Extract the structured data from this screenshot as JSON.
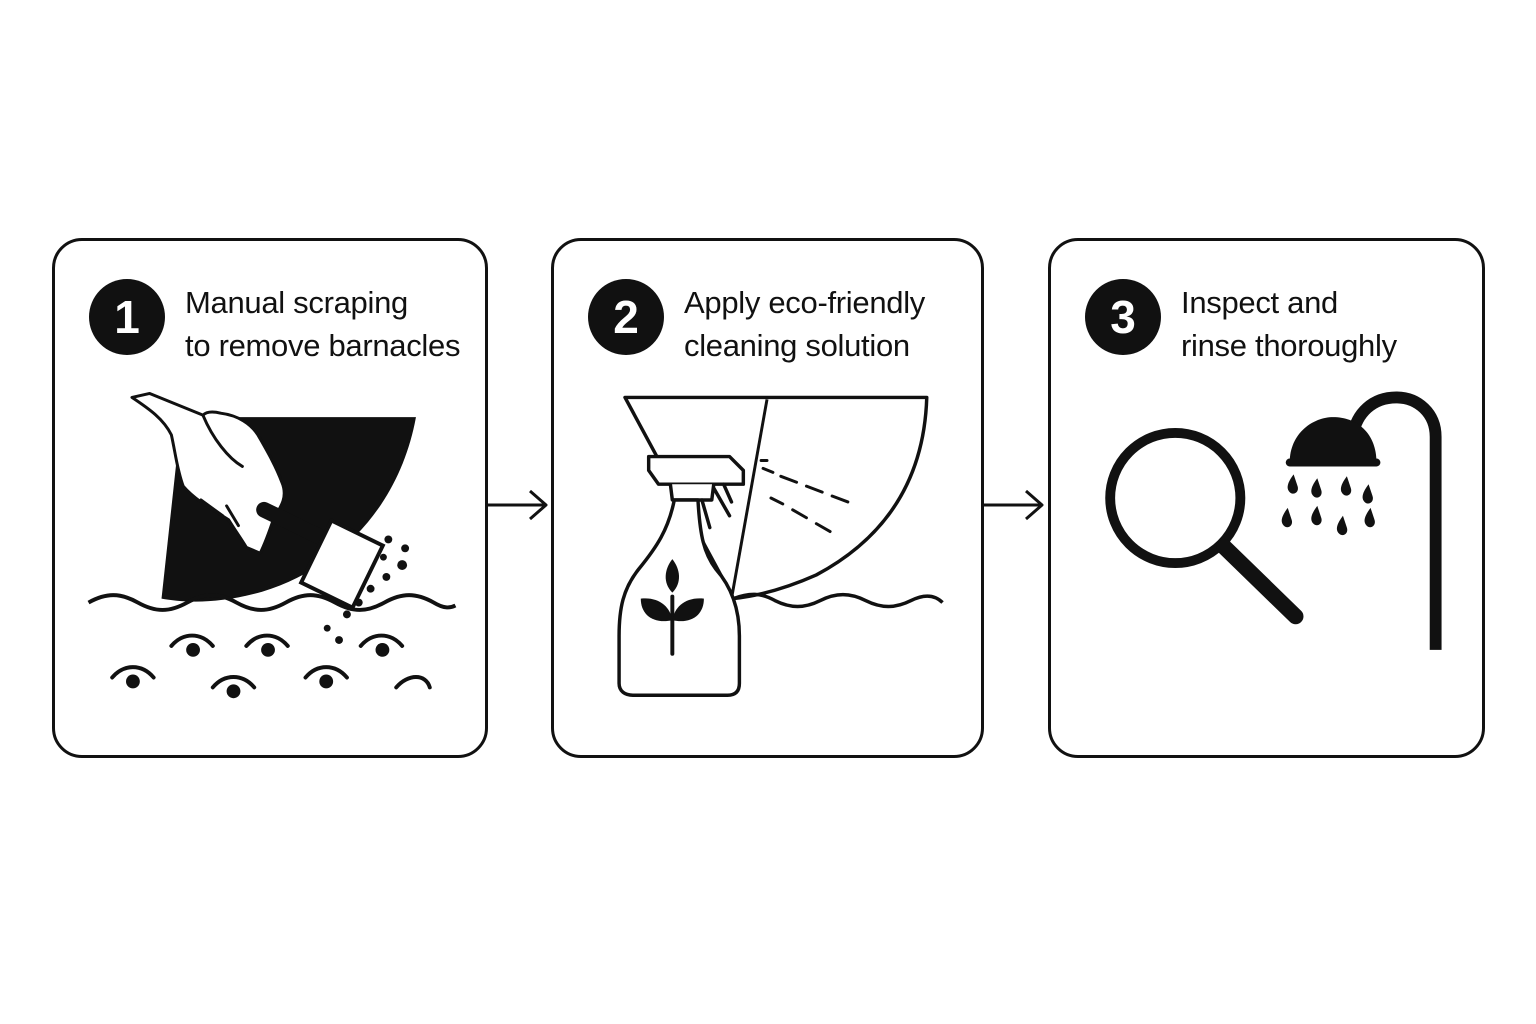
{
  "steps": [
    {
      "number": "1",
      "title_line1": "Manual scraping",
      "title_line2": "to remove barnacles",
      "icons": [
        "hand-icon",
        "scraper-icon",
        "boat-hull-icon",
        "water-wave-icon",
        "barnacle-icon"
      ]
    },
    {
      "number": "2",
      "title_line1": "Apply eco-friendly",
      "title_line2": "cleaning solution",
      "icons": [
        "spray-bottle-icon",
        "leaf-icon",
        "boat-hull-icon",
        "spray-mist-icon",
        "water-wave-icon"
      ]
    },
    {
      "number": "3",
      "title_line1": "Inspect and",
      "title_line2": "rinse thoroughly",
      "icons": [
        "magnifying-glass-icon",
        "shower-head-icon",
        "water-drops-icon"
      ]
    }
  ],
  "colors": {
    "ink": "#111111",
    "background": "#ffffff"
  }
}
